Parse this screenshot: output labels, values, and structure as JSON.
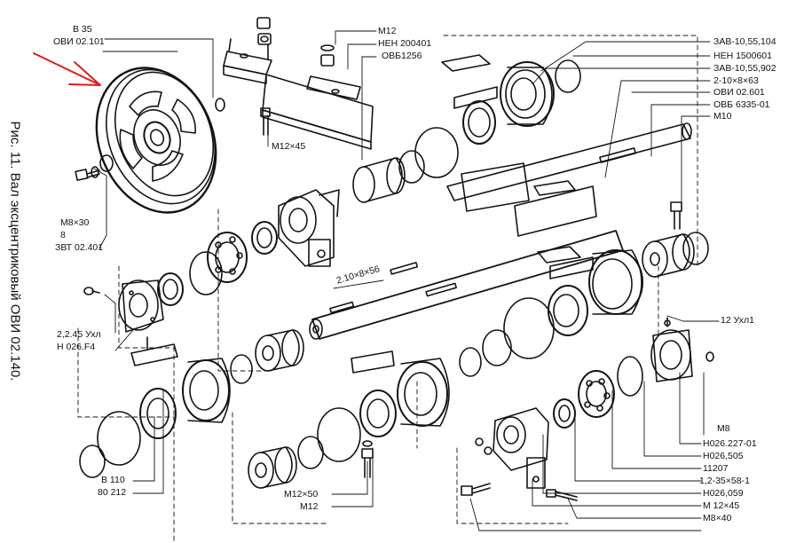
{
  "caption": "Рис. 11. Вал эксцентриковый ОВИ 02.140.",
  "labels": {
    "b35": "В 35",
    "ovi02101": "ОВИ 02.101",
    "m8x30": "М8×30",
    "n8": "8",
    "zvt02401": "ЗВТ 02.401",
    "n2245": "2,2.45 Ухл",
    "n026f4": "Н 026.F4",
    "b110": "В 110",
    "n80212": "80 212",
    "m12x45_top": "М12×45",
    "m12_top": "М12",
    "nen200401": "НЕН 200401",
    "ovb1256": "ОВБ1256",
    "key_2108": "2.10×8×56",
    "m12x50": "М12×50",
    "m12_bot": "М12",
    "zav1055104": "ЗАВ-10,55,104",
    "nen1500601": "НЕН 1500601",
    "zav1055902": "ЗАВ-10,55,902",
    "key_21063": "2-10×8×63",
    "ovi02601": "ОВИ 02.601",
    "ovb633501": "ОВБ 6335-01",
    "m10": "М10",
    "u12": "12 Ухл1",
    "m8": "М8",
    "n02622701": "Н026.227-01",
    "n026505": "Н026,505",
    "n11207": "11207",
    "n235": "1,2-35×58-1",
    "n026059": "Н026,059",
    "m12x45_bot": "М 12×45",
    "m8x40": "М8×40"
  },
  "colors": {
    "ink": "#141414",
    "arrow": "#e01b1b",
    "paper": "#ffffff"
  }
}
